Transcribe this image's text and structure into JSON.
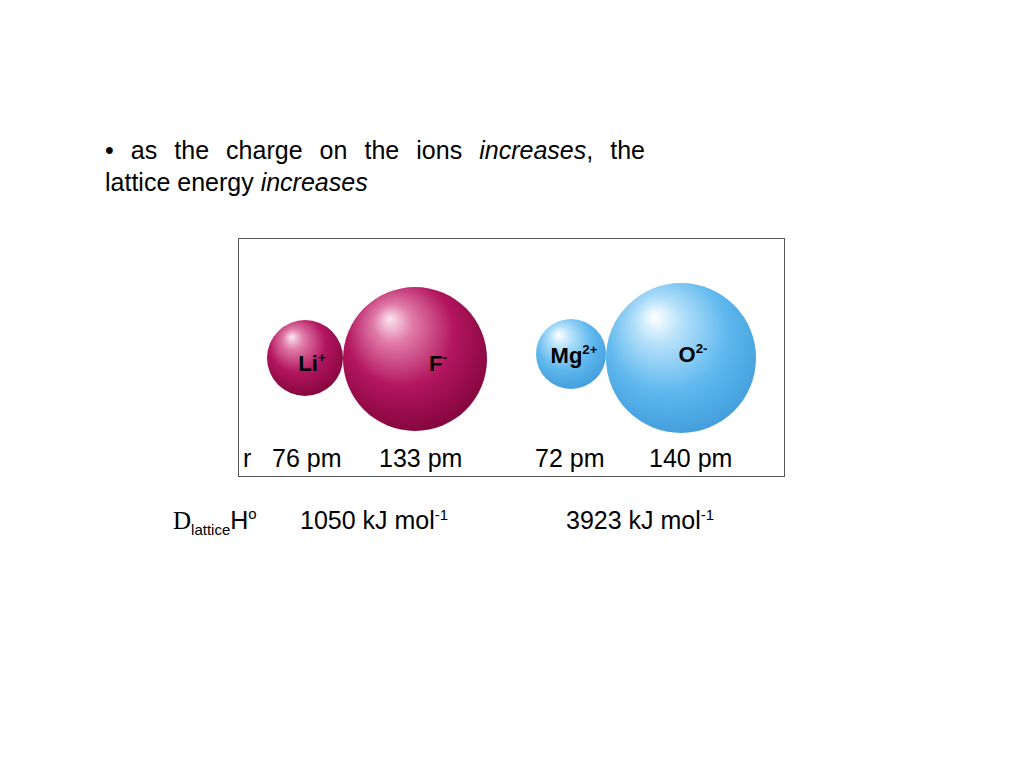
{
  "diagram": {
    "nodes": [
      {
        "text": [
          "r",
          "76 pm",
          "133 pm",
          "72 pm",
          "140 pm"
        ]
      },
      {
        "text": [
          "Li+"
        ],
        "in": 0
      },
      {
        "text": [
          "F-"
        ],
        "in": 0
      },
      {
        "text": [
          "Mg2+"
        ],
        "in": 0
      },
      {
        "text": [
          "O2-"
        ],
        "in": 0
      }
    ],
    "labels": [
      "• as the charge on the ions increases, the lattice energy increases",
      "DlatticeHo",
      "1050 kJ mol-1",
      "3923 kJ mol-1"
    ]
  }
}
